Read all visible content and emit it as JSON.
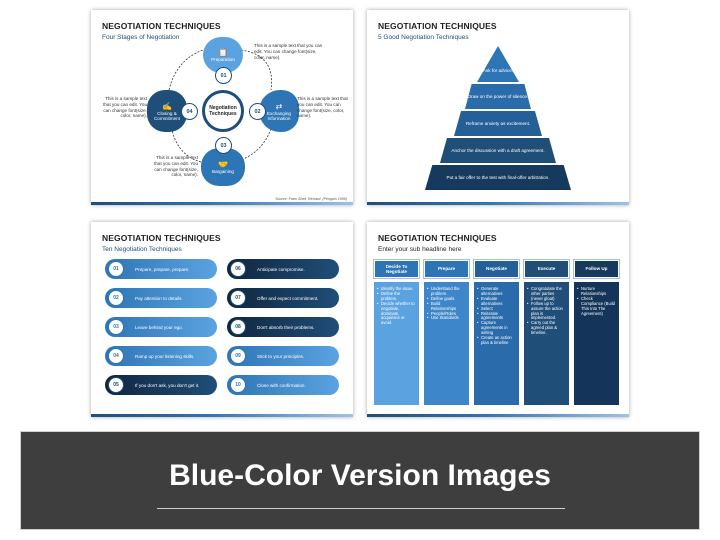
{
  "slide1": {
    "title": "NEGOTIATION TECHNIQUES",
    "subtitle": "Four Stages of Negotiation",
    "center": "Negotiation Techniques",
    "stages": [
      {
        "num": "01",
        "label": "Preparation",
        "icon": "clipboard-icon"
      },
      {
        "num": "02",
        "label": "Exchanging Information",
        "icon": "exchange-icon"
      },
      {
        "num": "03",
        "label": "Bargaining",
        "icon": "handshake-icon"
      },
      {
        "num": "04",
        "label": "Closing & Commitment",
        "icon": "signature-icon"
      }
    ],
    "sample_text": "This is a sample text that you can edit. You can change font(size, color, name).",
    "source": "Source: Fram Shell, Richard. (Penguin 1999)"
  },
  "slide2": {
    "title": "NEGOTIATION TECHNIQUES",
    "subtitle": "5 Good Negotiation Techniques",
    "levels": [
      "Ask for advice.",
      "Draw on the power of silence.",
      "Reframe anxiety as excitement.",
      "Anchor the discussion with a draft agreement.",
      "Put a fair offer to the test with final-offer arbitration."
    ]
  },
  "slide3": {
    "title": "NEGOTIATION TECHNIQUES",
    "subtitle": "Ten Negotiation Techniques",
    "items": [
      {
        "num": "01",
        "text": "Prepare, prepare, prepare."
      },
      {
        "num": "02",
        "text": "Pay attention to details."
      },
      {
        "num": "03",
        "text": "Leave behind your ego."
      },
      {
        "num": "04",
        "text": "Ramp up your listening skills."
      },
      {
        "num": "05",
        "text": "If you don't ask, you don't get it."
      },
      {
        "num": "06",
        "text": "Anticipate compromise."
      },
      {
        "num": "07",
        "text": "Offer and expect commitment."
      },
      {
        "num": "08",
        "text": "Don't absorb their problems."
      },
      {
        "num": "09",
        "text": "Stick to your principles."
      },
      {
        "num": "10",
        "text": "Close with confirmation."
      }
    ]
  },
  "slide4": {
    "title": "NEGOTIATION TECHNIQUES",
    "subtitle": "Enter your sub headline here",
    "columns": [
      {
        "head": "Decide To Negotiate",
        "items": [
          "Identify the issue.",
          "Define the problem.",
          "Decide whether to negotiate, dominate, acquiesce or avoid."
        ]
      },
      {
        "head": "Prepare",
        "items": [
          "Understand the problem.",
          "Define goals.",
          "Build Relationships",
          "People/Roles",
          "Use Standards"
        ]
      },
      {
        "head": "Negotiate",
        "items": [
          "Generate alternatives",
          "Evaluate alternatives",
          "Select",
          "Reiterate agreements",
          "Capture agreements in writing",
          "Create an action plan & timeline"
        ]
      },
      {
        "head": "Execute",
        "items": [
          "Congratulate the other parties (never gloat)",
          "Follow up to assure the action plan is implemented.",
          "Carry out the agreed plan & timeline."
        ]
      },
      {
        "head": "Follow Up",
        "items": [
          "Nurture Relationships",
          "Check Compliance (Build This Into The Agreement)"
        ]
      }
    ]
  },
  "banner": {
    "text": "Blue-Color Version Images"
  },
  "colors": {
    "dark_blue": "#1f4e79",
    "mid_blue": "#2e75b6",
    "light_blue": "#5ba3e0",
    "banner_bg": "#3e3e3e"
  }
}
